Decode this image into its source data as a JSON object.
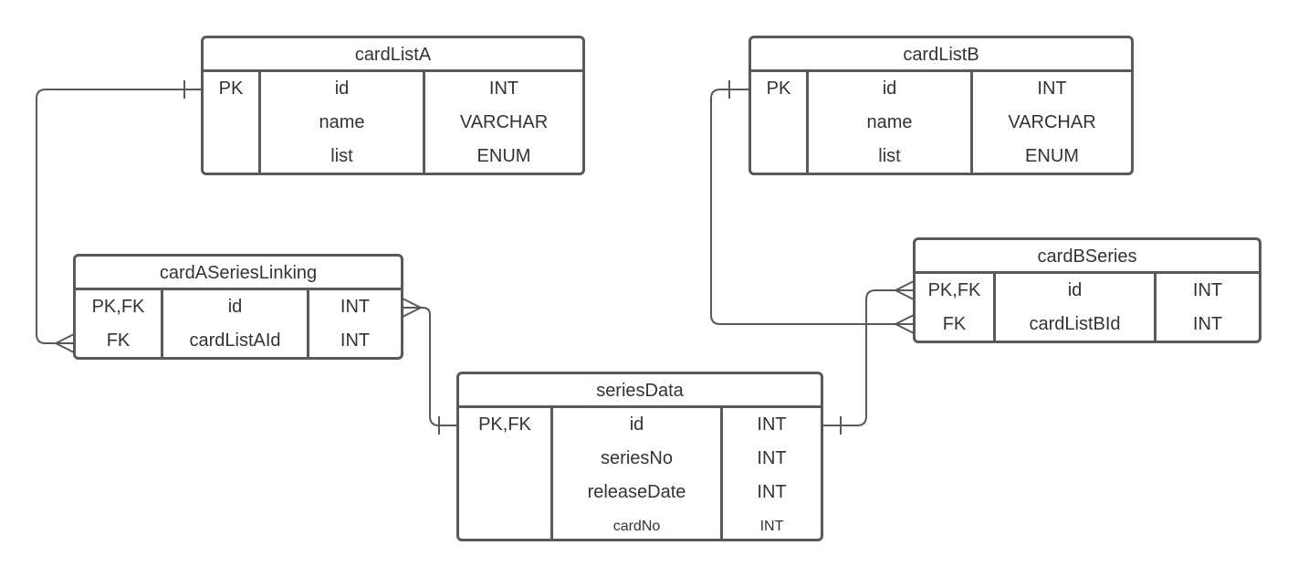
{
  "diagram": {
    "line_color": "#595959",
    "entities": [
      {
        "id": "cardListA",
        "title": "cardListA",
        "keys": [
          "PK",
          "",
          ""
        ],
        "names": [
          "id",
          "name",
          "list"
        ],
        "types": [
          "INT",
          "VARCHAR",
          "ENUM"
        ]
      },
      {
        "id": "cardListB",
        "title": "cardListB",
        "keys": [
          "PK",
          "",
          ""
        ],
        "names": [
          "id",
          "name",
          "list"
        ],
        "types": [
          "INT",
          "VARCHAR",
          "ENUM"
        ]
      },
      {
        "id": "cardASeriesLinking",
        "title": "cardASeriesLinking",
        "keys": [
          "PK,FK",
          "FK"
        ],
        "names": [
          "id",
          "cardListAId"
        ],
        "types": [
          "INT",
          "INT"
        ]
      },
      {
        "id": "cardBSeries",
        "title": "cardBSeries",
        "keys": [
          "PK,FK",
          "FK"
        ],
        "names": [
          "id",
          "cardListBId"
        ],
        "types": [
          "INT",
          "INT"
        ]
      },
      {
        "id": "seriesData",
        "title": "seriesData",
        "keys": [
          "PK,FK",
          "",
          "",
          ""
        ],
        "names": [
          "id",
          "seriesNo",
          "releaseDate",
          "cardNo"
        ],
        "types": [
          "INT",
          "INT",
          "INT",
          "INT"
        ]
      }
    ],
    "relationships": [
      {
        "from": "cardListA",
        "from_end": "one",
        "to": "cardASeriesLinking",
        "to_end": "many"
      },
      {
        "from": "cardASeriesLinking",
        "from_end": "many",
        "to": "seriesData",
        "to_end": "one"
      },
      {
        "from": "cardListB",
        "from_end": "one",
        "to": "cardBSeries",
        "to_end": "many"
      },
      {
        "from": "seriesData",
        "from_end": "one",
        "to": "cardBSeries",
        "to_end": "many"
      }
    ]
  }
}
